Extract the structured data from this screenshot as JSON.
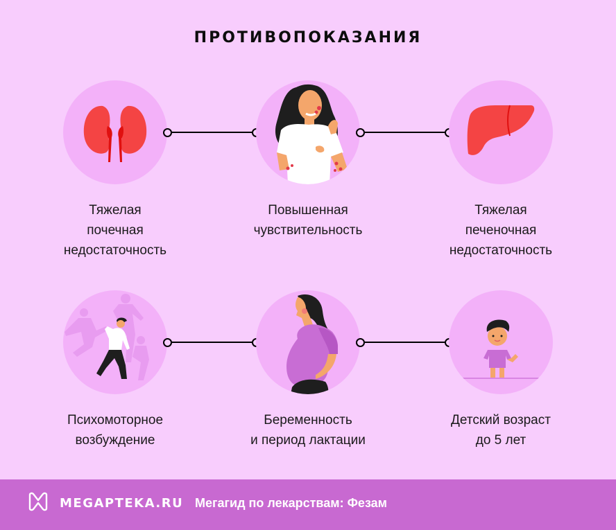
{
  "header": {
    "title": "ПРОТИВОПОКАЗАНИЯ"
  },
  "colors": {
    "background": "#f8cdfd",
    "circle": "#f3b1f9",
    "footer": "#c869d1",
    "organ_red": "#f44444",
    "connector": "#000000"
  },
  "items": [
    {
      "icon": "kidneys-icon",
      "lines": [
        "Тяжелая",
        "почечная",
        "недостаточность"
      ]
    },
    {
      "icon": "allergy-woman-icon",
      "lines": [
        "Повышенная",
        "чувствительность"
      ]
    },
    {
      "icon": "liver-icon",
      "lines": [
        "Тяжелая",
        "печеночная",
        "недостаточность"
      ]
    },
    {
      "icon": "agitated-man-icon",
      "lines": [
        "Психомоторное",
        "возбуждение"
      ]
    },
    {
      "icon": "pregnant-woman-icon",
      "lines": [
        "Беременность",
        "и период лактации"
      ]
    },
    {
      "icon": "child-icon",
      "lines": [
        "Детский возраст",
        "до 5 лет"
      ]
    }
  ],
  "footer": {
    "logo_icon": "megapteka-logo-icon",
    "brand": "MEGAPTEKA.RU",
    "tagline": "Мегагид по лекарствам: Фезам"
  }
}
